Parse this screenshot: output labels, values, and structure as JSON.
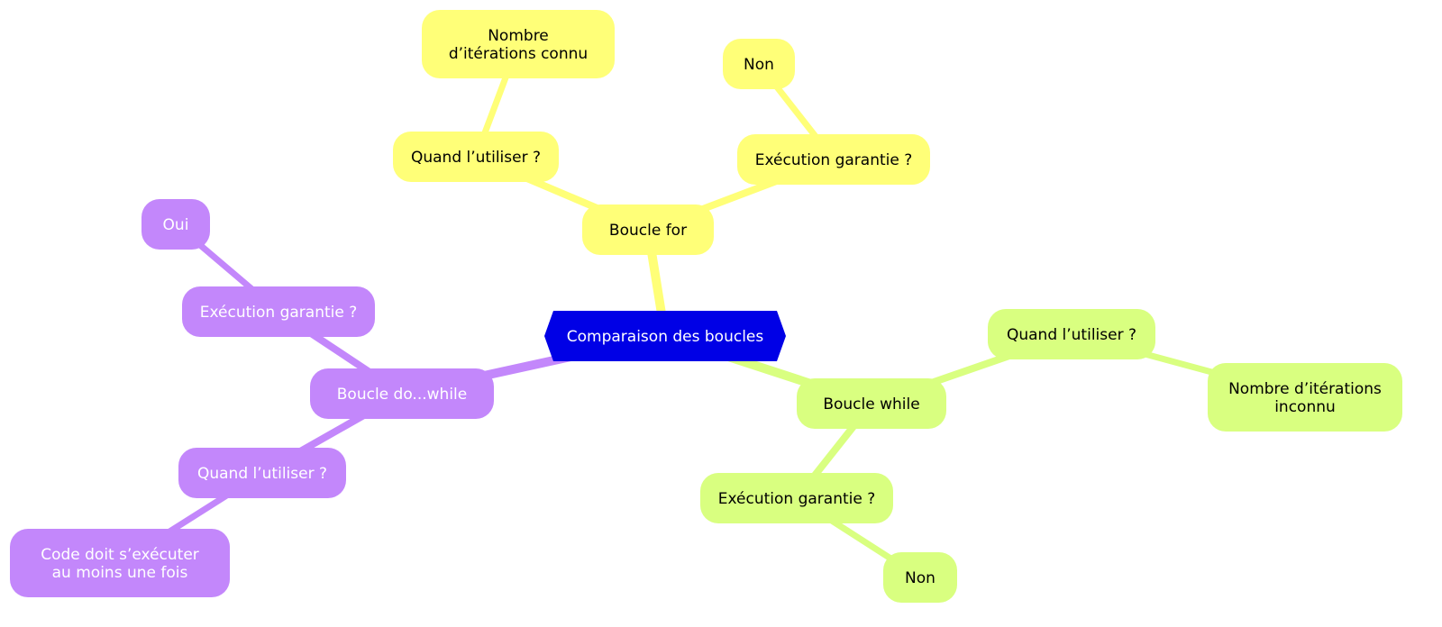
{
  "colors": {
    "root": "#0000e6",
    "root_text": "#ffffff",
    "for": "#ffff78",
    "for_text": "#000000",
    "while": "#d9ff80",
    "while_text": "#000000",
    "dowhile": "#c387fb",
    "dowhile_text": "#ffffff"
  },
  "root": {
    "label": "Comparaison des boucles"
  },
  "branches": [
    {
      "key": "for",
      "label": "Boucle for",
      "children": [
        {
          "label": "Quand l’utiliser ?",
          "children": [
            {
              "label": "Nombre d’itérations connu"
            }
          ]
        },
        {
          "label": "Exécution garantie ?",
          "children": [
            {
              "label": "Non"
            }
          ]
        }
      ]
    },
    {
      "key": "while",
      "label": "Boucle while",
      "children": [
        {
          "label": "Quand l’utiliser ?",
          "children": [
            {
              "label": "Nombre d’itérations inconnu"
            }
          ]
        },
        {
          "label": "Exécution garantie ?",
          "children": [
            {
              "label": "Non"
            }
          ]
        }
      ]
    },
    {
      "key": "dowhile",
      "label": "Boucle do...while",
      "children": [
        {
          "label": "Exécution garantie ?",
          "children": [
            {
              "label": "Oui"
            }
          ]
        },
        {
          "label": "Quand l’utiliser ?",
          "children": [
            {
              "label": "Code doit s’exécuter au moins une fois"
            }
          ]
        }
      ]
    }
  ]
}
